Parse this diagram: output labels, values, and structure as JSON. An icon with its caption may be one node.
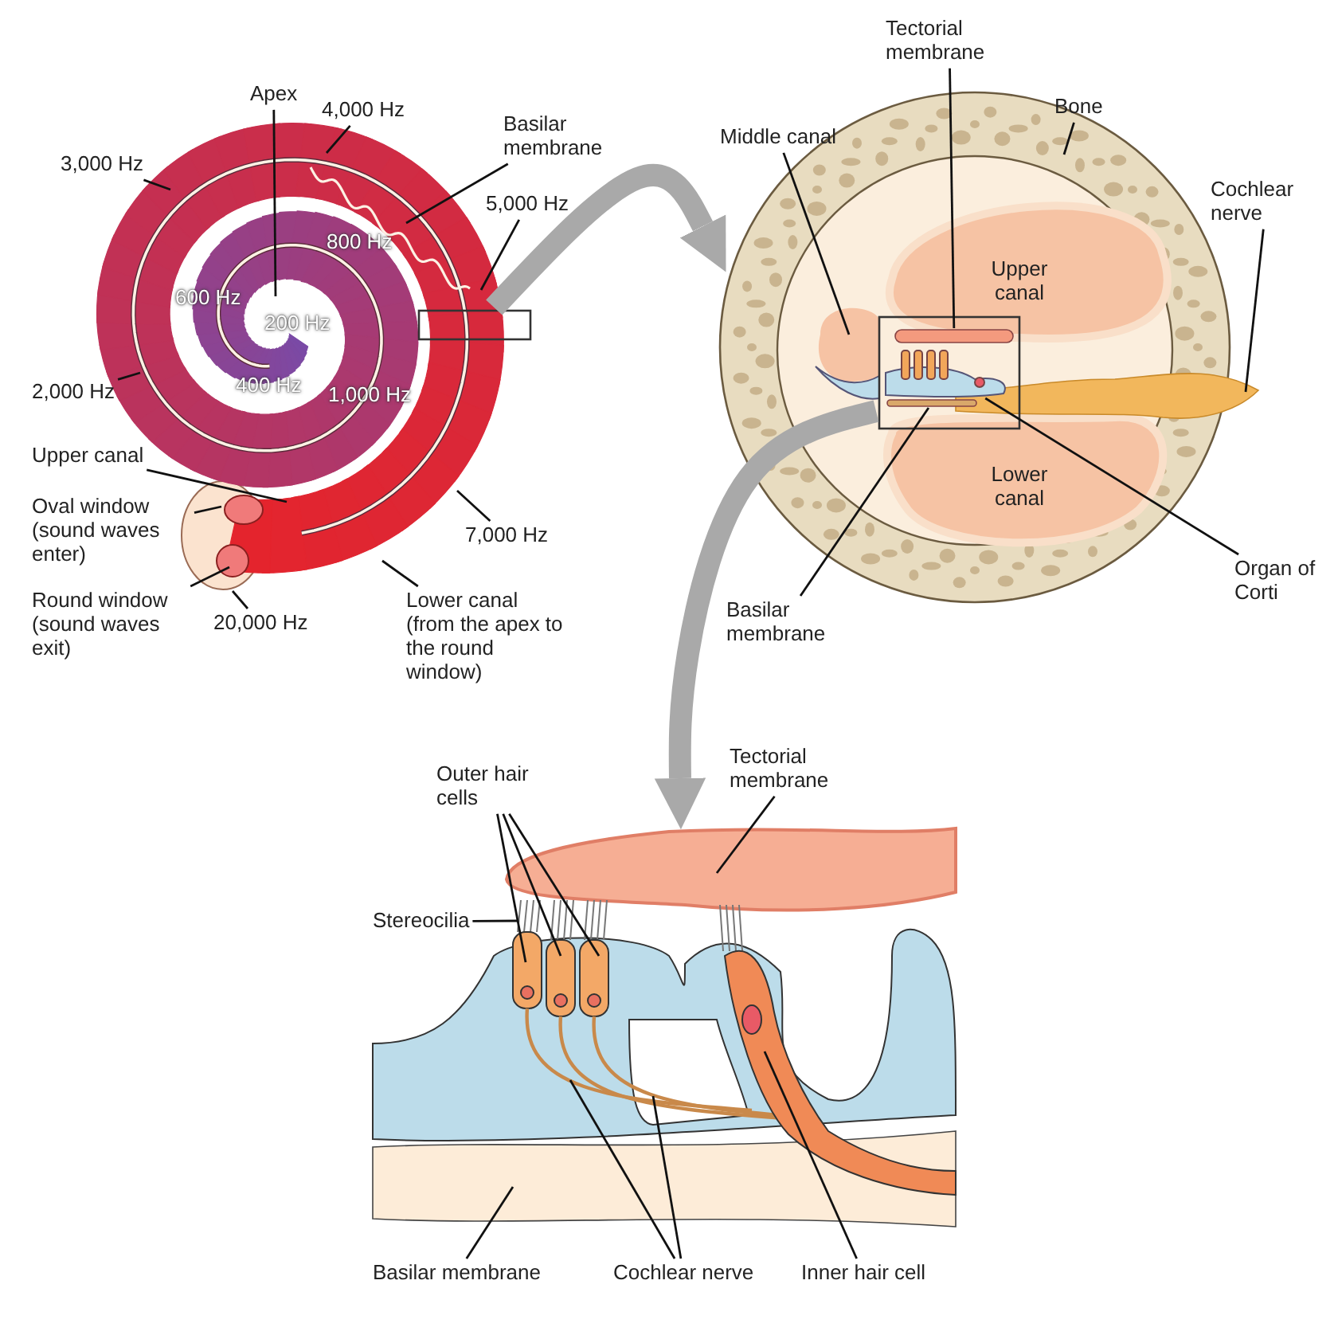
{
  "diagram": {
    "nodes": [
      {
        "text": [],
        "shape": "picture"
      },
      {
        "text": [
          "Apex"
        ]
      },
      {
        "text": [
          "4,000 Hz"
        ]
      },
      {
        "text": [
          "Basilar membrane"
        ]
      },
      {
        "text": [
          "3,000 Hz"
        ]
      },
      {
        "text": [
          "5,000 Hz"
        ]
      },
      {
        "text": [
          "2,000 Hz"
        ]
      },
      {
        "text": [
          "Upper canal"
        ]
      },
      {
        "text": [
          "Oval window (sound waves enter)"
        ]
      },
      {
        "text": [
          "7,000 Hz"
        ]
      },
      {
        "text": [
          "Round window (sound waves exit)"
        ]
      },
      {
        "text": [
          "20,000 Hz"
        ]
      },
      {
        "text": [
          "Lower canal (from the apex to the round window)"
        ]
      },
      {
        "text": [],
        "shape": "box"
      },
      {
        "text": [],
        "shape": "picture"
      },
      {
        "text": [
          "Tectorial membrane"
        ]
      },
      {
        "text": [
          "Bone"
        ]
      },
      {
        "text": [
          "Middle canal"
        ]
      },
      {
        "text": [
          "Cochlear nerve"
        ]
      },
      {
        "text": [
          "Organ of Corti"
        ]
      },
      {
        "text": [
          "Basilar membrane"
        ]
      },
      {
        "text": [],
        "shape": "box",
        "in": 14
      },
      {
        "text": [],
        "shape": "bar",
        "in": 21
      },
      {
        "text": [],
        "shape": "picture",
        "in": 21
      },
      {
        "text": [],
        "shape": "bar",
        "in": 21
      },
      {
        "text": [],
        "shape": "picture"
      },
      {
        "text": [
          "Outer hair cells"
        ]
      },
      {
        "text": [
          "Tectorial membrane"
        ]
      },
      {
        "text": [
          "Stereocilia"
        ]
      },
      {
        "text": [
          "Basilar membrane"
        ]
      },
      {
        "text": [
          "Cochlear nerve"
        ]
      },
      {
        "text": [
          "Inner hair cell"
        ]
      }
    ],
    "edges": [
      {
        "from": 1,
        "to": 0,
        "arrow": "none"
      },
      {
        "from": 2,
        "to": 0,
        "arrow": "none"
      },
      {
        "from": 3,
        "to": 0,
        "arrow": "none"
      },
      {
        "from": 4,
        "to": 0,
        "arrow": "none"
      },
      {
        "from": 5,
        "to": 0,
        "arrow": "none"
      },
      {
        "from": 6,
        "to": 0,
        "arrow": "none"
      },
      {
        "from": 7,
        "to": 0,
        "arrow": "none"
      },
      {
        "from": 8,
        "to": 0,
        "arrow": "none"
      },
      {
        "from": 9,
        "to": 0,
        "arrow": "none"
      },
      {
        "from": 10,
        "to": 0,
        "arrow": "none"
      },
      {
        "from": 11,
        "to": 0,
        "arrow": "none"
      },
      {
        "from": 12,
        "to": 0,
        "arrow": "none"
      },
      {
        "from": 13,
        "to": 14,
        "arrow": "to",
        "style": "thick",
        "color": "#a9a9a9"
      },
      {
        "from": 15,
        "to": 22,
        "arrow": "none"
      },
      {
        "from": 16,
        "to": 14,
        "arrow": "none"
      },
      {
        "from": 17,
        "to": 14,
        "arrow": "none"
      },
      {
        "from": 18,
        "to": 14,
        "arrow": "none"
      },
      {
        "from": 19,
        "to": 23,
        "arrow": "none"
      },
      {
        "from": 20,
        "to": 24,
        "arrow": "none"
      },
      {
        "from": 21,
        "to": 25,
        "arrow": "to",
        "style": "thick",
        "color": "#a9a9a9"
      },
      {
        "from": 26,
        "to": 25,
        "arrow": "none"
      },
      {
        "from": 26,
        "to": 25,
        "arrow": "none"
      },
      {
        "from": 26,
        "to": 25,
        "arrow": "none"
      },
      {
        "from": 27,
        "to": 25,
        "arrow": "none"
      },
      {
        "from": 28,
        "to": 25,
        "arrow": "none"
      },
      {
        "from": 29,
        "to": 25,
        "arrow": "none"
      },
      {
        "from": 30,
        "to": 25,
        "arrow": "none"
      },
      {
        "from": 30,
        "to": 25,
        "arrow": "none"
      },
      {
        "from": 31,
        "to": 25,
        "arrow": "none"
      }
    ],
    "labels": [
      "800 Hz",
      "600 Hz",
      "200 Hz",
      "400 Hz",
      "1,000 Hz",
      "Upper canal",
      "Lower canal"
    ]
  }
}
